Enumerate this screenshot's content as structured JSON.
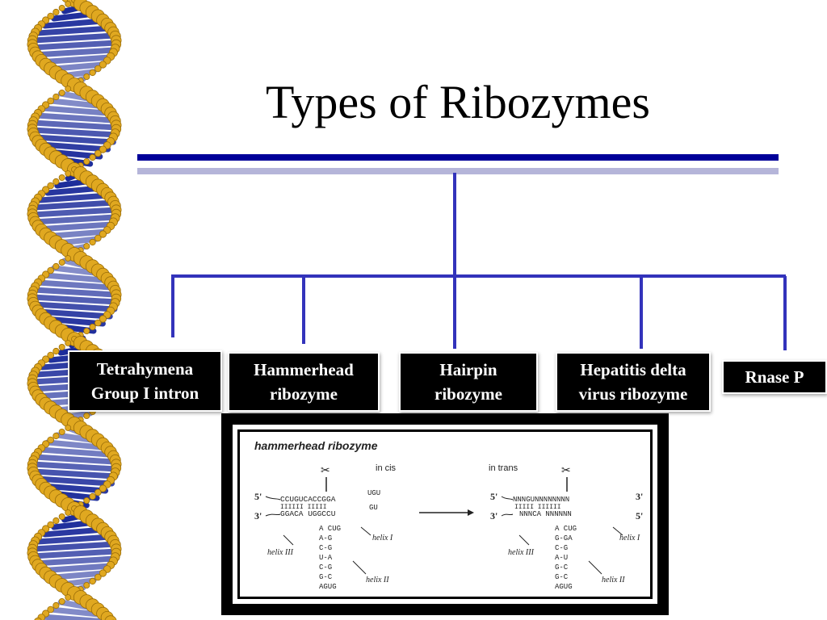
{
  "slide": {
    "title": "Types of Ribozymes"
  },
  "nodes": [
    {
      "id": "tetrahymena",
      "lines": [
        "Tetrahymena",
        "Group I intron"
      ]
    },
    {
      "id": "hammerhead",
      "lines": [
        "Hammerhead",
        "ribozyme"
      ]
    },
    {
      "id": "hairpin",
      "lines": [
        "Hairpin",
        "ribozyme"
      ]
    },
    {
      "id": "hdv",
      "lines": [
        "Hepatitis delta",
        "virus ribozyme"
      ]
    },
    {
      "id": "rnasep",
      "lines": [
        "Rnase P"
      ]
    }
  ],
  "figure": {
    "heading": "hammerhead ribozyme",
    "cis_label": "in cis",
    "trans_label": "in trans",
    "five_prime": "5'",
    "three_prime": "3'",
    "cis_top_strand": "CCUGUCACCGGA",
    "cis_bottom_strand": "GGACA UGGCCU",
    "trans_top_strand": "NNNGUNNNNNNNN",
    "trans_bottom_strand": "NNNCA NNNNNN",
    "helix1": "helix I",
    "helix2": "helix II",
    "helix3": "helix III"
  },
  "colors": {
    "connector": "#3333bb",
    "bar_dark": "#000099",
    "bar_light": "#b5b5d9",
    "dna_gold": "#e0a820",
    "dna_blue": "#1a2a9a"
  }
}
